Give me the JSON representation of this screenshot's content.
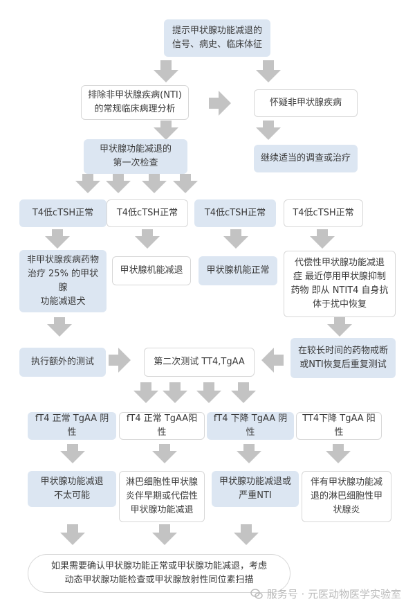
{
  "nodes": {
    "top": "提示甲状腺功能减退的\n信号、病史、临床体征",
    "exclude_nti": "排除非甲状腺疾病(NTI)\n的常规临床病理分析",
    "suspect_nti": "怀疑非甲状腺疾病",
    "continue": "继续适当的调查或治疗",
    "first_test": "甲状腺功能减退的\n第一次检查",
    "r1": "T4低cTSH正常",
    "r2": "T4低cTSH正常",
    "r3": "T4低cTSH正常",
    "r4": "T4低cTSH正常",
    "drug_nti": "非甲状腺疾病药物\n治疗 25% 的甲状腺\n功能减退犬",
    "hypo": "甲状腺机能减退",
    "normal": "甲状腺机能正常",
    "compensatory": "代偿性甲状腺功能减退\n症 最近停用甲状腺抑制\n药物 即从 NTIT4 自身抗\n体于扰中恢复",
    "extra_test": "执行额外的测试",
    "second_test": "第二次测试 TT4,TgAA",
    "retest": "在较长时间的药物戒断\n或NTI恢复后重复测试",
    "s1": "fT4 正常 TgAA 阴性",
    "s2": "fT4 正常 TgAA阳性",
    "s3": "fT4 下降 TgAA 阴性",
    "s4": "TT4下降 TgAA 阳性",
    "o1": "甲状腺功能减退\n不太可能",
    "o2": "淋巴细胞性甲状腺\n炎伴早期或代偿性\n甲状腺功能减退",
    "o3": "甲状腺功能减退或\n严重NTI",
    "o4": "伴有甲状腺功能减\n退的淋巴细胞性甲\n状腺炎",
    "final": "如果需要确认甲状腺功能正常或甲状腺功能减退，考虑\n动态甲状腺功能检查或甲状腺放射性同位素扫描"
  },
  "watermark": "服务号 · 元医动物医学实验室",
  "watermark_icon": "wechat-icon",
  "colors": {
    "fill": "#dce6f2",
    "arrow": "#c3c3c3",
    "border": "#d7d7d7"
  }
}
